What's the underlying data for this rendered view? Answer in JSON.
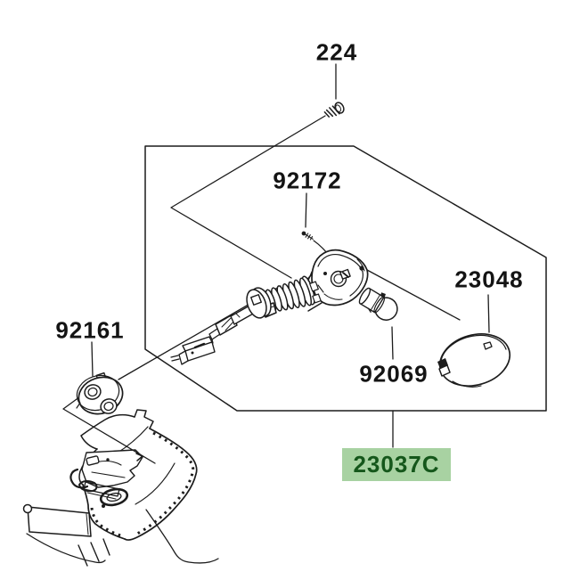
{
  "diagram": {
    "type": "exploded-parts-diagram",
    "background": "#ffffff",
    "line_color": "#1c1c1c",
    "highlight_bg": "#a8d2a2",
    "highlight_text": "#15571b"
  },
  "highlight_style": "background:#a8d2a2;color:#15571b;",
  "parts": [
    {
      "number": "224",
      "name": "pan-head-screw",
      "highlighted": false
    },
    {
      "number": "92172",
      "name": "screw",
      "highlighted": false
    },
    {
      "number": "23048",
      "name": "turn-signal-lens",
      "highlighted": false
    },
    {
      "number": "92069",
      "name": "bulb",
      "highlighted": false
    },
    {
      "number": "92161",
      "name": "damper-grommet",
      "highlighted": false
    },
    {
      "number": "23037C",
      "name": "turn-signal-lamp-assembly",
      "highlighted": true
    }
  ]
}
